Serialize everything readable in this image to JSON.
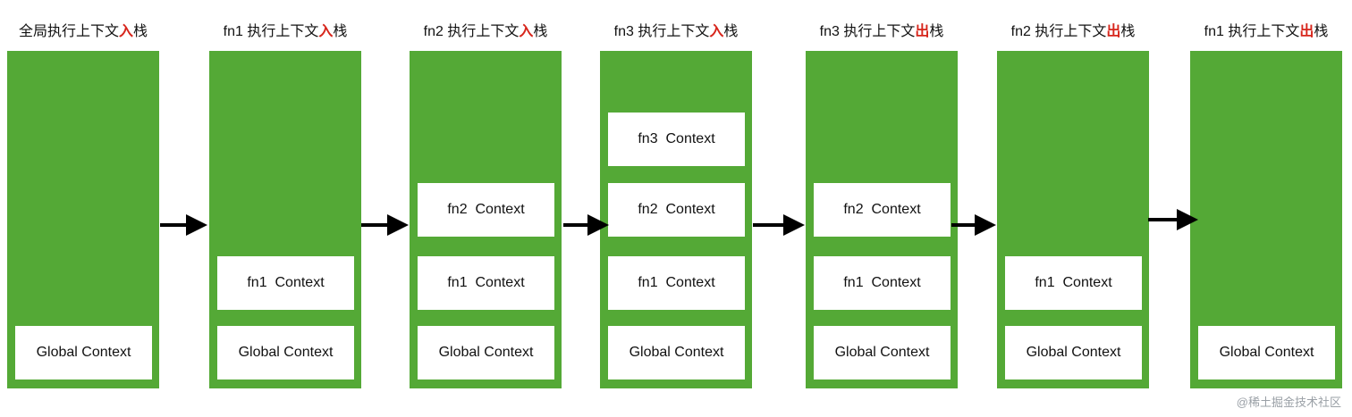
{
  "colors": {
    "stack_green": "#54a936",
    "frame_bg": "#ffffff",
    "highlight_red": "#d7261c",
    "arrow": "#000000"
  },
  "stages": [
    {
      "title_prefix": "全局执行上下文",
      "title_action": "入",
      "title_suffix": "栈",
      "frames": [
        "Global Context"
      ]
    },
    {
      "title_prefix": "fn1 执行上下文",
      "title_action": "入",
      "title_suffix": "栈",
      "frames": [
        "fn1  Context",
        "Global Context"
      ]
    },
    {
      "title_prefix": "fn2 执行上下文",
      "title_action": "入",
      "title_suffix": "栈",
      "frames": [
        "fn2  Context",
        "fn1  Context",
        "Global Context"
      ]
    },
    {
      "title_prefix": "fn3 执行上下文",
      "title_action": "入",
      "title_suffix": "栈",
      "frames": [
        "fn3  Context",
        "fn2  Context",
        "fn1  Context",
        "Global Context"
      ]
    },
    {
      "title_prefix": "fn3 执行上下文",
      "title_action": "出",
      "title_suffix": "栈",
      "frames": [
        "fn2  Context",
        "fn1  Context",
        "Global Context"
      ]
    },
    {
      "title_prefix": "fn2 执行上下文",
      "title_action": "出",
      "title_suffix": "栈",
      "frames": [
        "fn1  Context",
        "Global Context"
      ]
    },
    {
      "title_prefix": "fn1 执行上下文",
      "title_action": "出",
      "title_suffix": "栈",
      "frames": [
        "Global Context"
      ]
    }
  ],
  "watermark": "@稀土掘金技术社区"
}
